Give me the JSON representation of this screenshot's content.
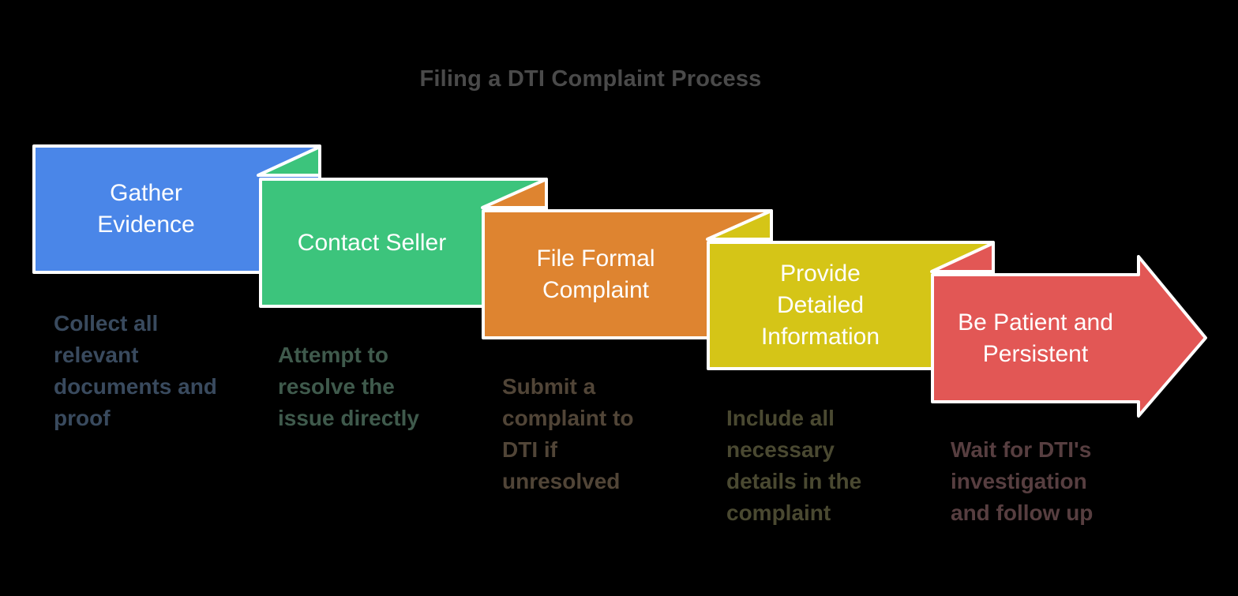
{
  "title": "Filing a DTI Complaint Process",
  "title_color": "#4a4a4a",
  "background_color": "#000000",
  "outline_color": "#ffffff",
  "steps": [
    {
      "label": "Gather\nEvidence",
      "description": "Collect all\nrelevant\ndocuments and\nproof",
      "box_color": "#4a86e8",
      "description_color": "#394a5e"
    },
    {
      "label": "Contact Seller",
      "description": "Attempt to\nresolve the\nissue directly",
      "box_color": "#3cc47c",
      "description_color": "#3f5a4c"
    },
    {
      "label": "File Formal\nComplaint",
      "description": "Submit a\ncomplaint to\nDTI if\nunresolved",
      "box_color": "#de8430",
      "description_color": "#514537"
    },
    {
      "label": "Provide\nDetailed\nInformation",
      "description": "Include all\nnecessary\ndetails in the\ncomplaint",
      "box_color": "#d5c517",
      "description_color": "#4a4931"
    },
    {
      "label": "Be Patient and\nPersistent",
      "description": "Wait for DTI's\ninvestigation\nand follow up",
      "box_color": "#e25755",
      "description_color": "#573e40"
    }
  ]
}
